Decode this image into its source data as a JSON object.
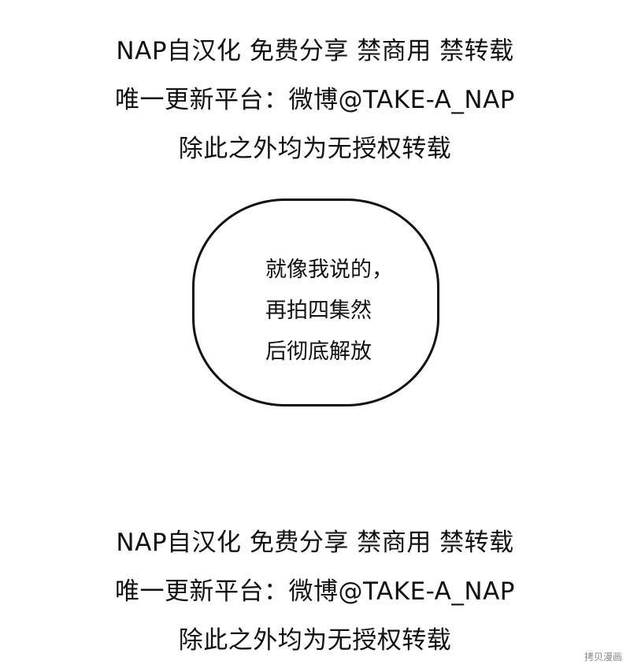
{
  "notice_top": {
    "lines": [
      "NAP自汉化 免费分享 禁商用 禁转载",
      "唯一更新平台：微博@TAKE-A_NAP",
      "除此之外均为无授权转载"
    ]
  },
  "speech_bubble": {
    "lines": [
      "就像我说的，",
      "再拍四集然",
      "后彻底解放"
    ]
  },
  "notice_bottom": {
    "lines": [
      "NAP自汉化 免费分享 禁商用 禁转载",
      "唯一更新平台：微博@TAKE-A_NAP",
      "除此之外均为无授权转载"
    ]
  },
  "watermark": {
    "text": "拷贝漫画"
  },
  "colors": {
    "text": "#111111",
    "background": "#ffffff",
    "watermark": "#8a8a8a"
  }
}
